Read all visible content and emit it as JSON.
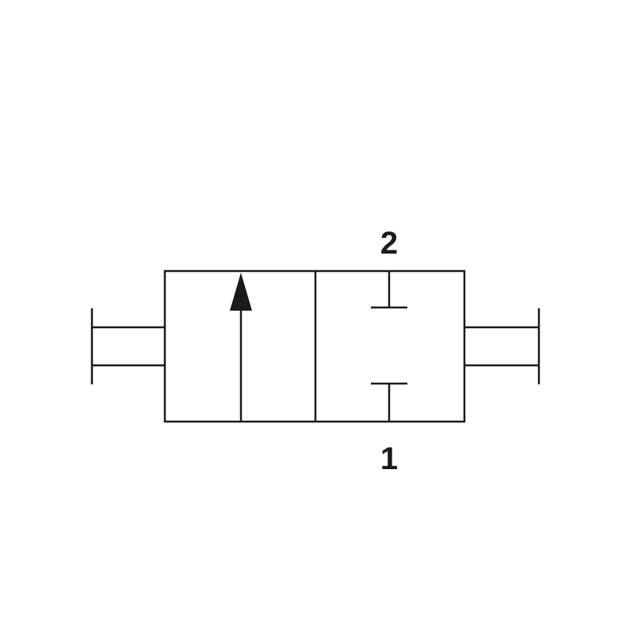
{
  "diagram": {
    "type": "2/2-way valve symbol",
    "ports": {
      "top_label": "2",
      "bottom_label": "1"
    },
    "stroke_color": "#1a1a1a"
  }
}
